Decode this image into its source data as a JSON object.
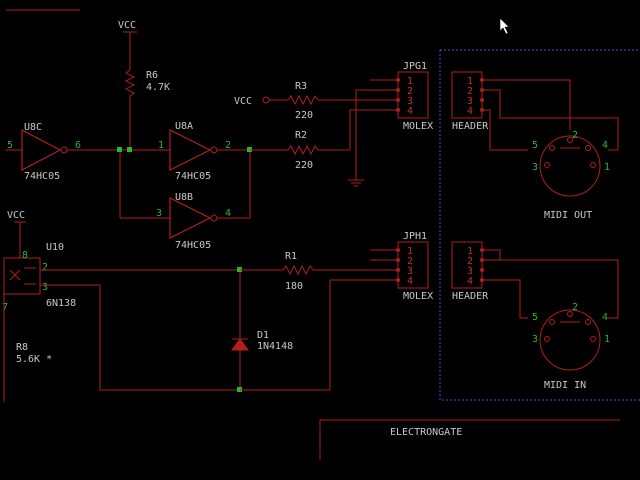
{
  "colors": {
    "background": "#000000",
    "wire": "#b01e1e",
    "label": "#c8c8c8",
    "pin_number": "#2db52d",
    "junction": "#2db52d",
    "outline": "#4b4bd6"
  },
  "labels": {
    "vcc": "VCC",
    "r6_ref": "R6",
    "r6_val": "4.7K",
    "r3_ref": "R3",
    "r3_val": "220",
    "r2_ref": "R2",
    "r2_val": "220",
    "r1_ref": "R1",
    "r1_val": "180",
    "r8_ref": "R8",
    "r8_val": "5.6K *",
    "u8c_ref": "U8C",
    "u8a_ref": "U8A",
    "u8b_ref": "U8B",
    "gate_part": "74HC05",
    "u10_ref": "U10",
    "u10_part": "6N138",
    "d1_ref": "D1",
    "d1_part": "1N4148",
    "jpg1_ref": "JPG1",
    "jph1_ref": "JPH1",
    "molex": "MOLEX",
    "header": "HEADER",
    "midi_out": "MIDI OUT",
    "midi_in": "MIDI IN",
    "title": "ELECTRONGATE"
  },
  "pins": {
    "n1": "1",
    "n2": "2",
    "n3": "3",
    "n4": "4",
    "n5": "5",
    "n6": "6",
    "n7": "7",
    "n8": "8"
  },
  "icons": {
    "cursor": "mouse-pointer-icon"
  }
}
